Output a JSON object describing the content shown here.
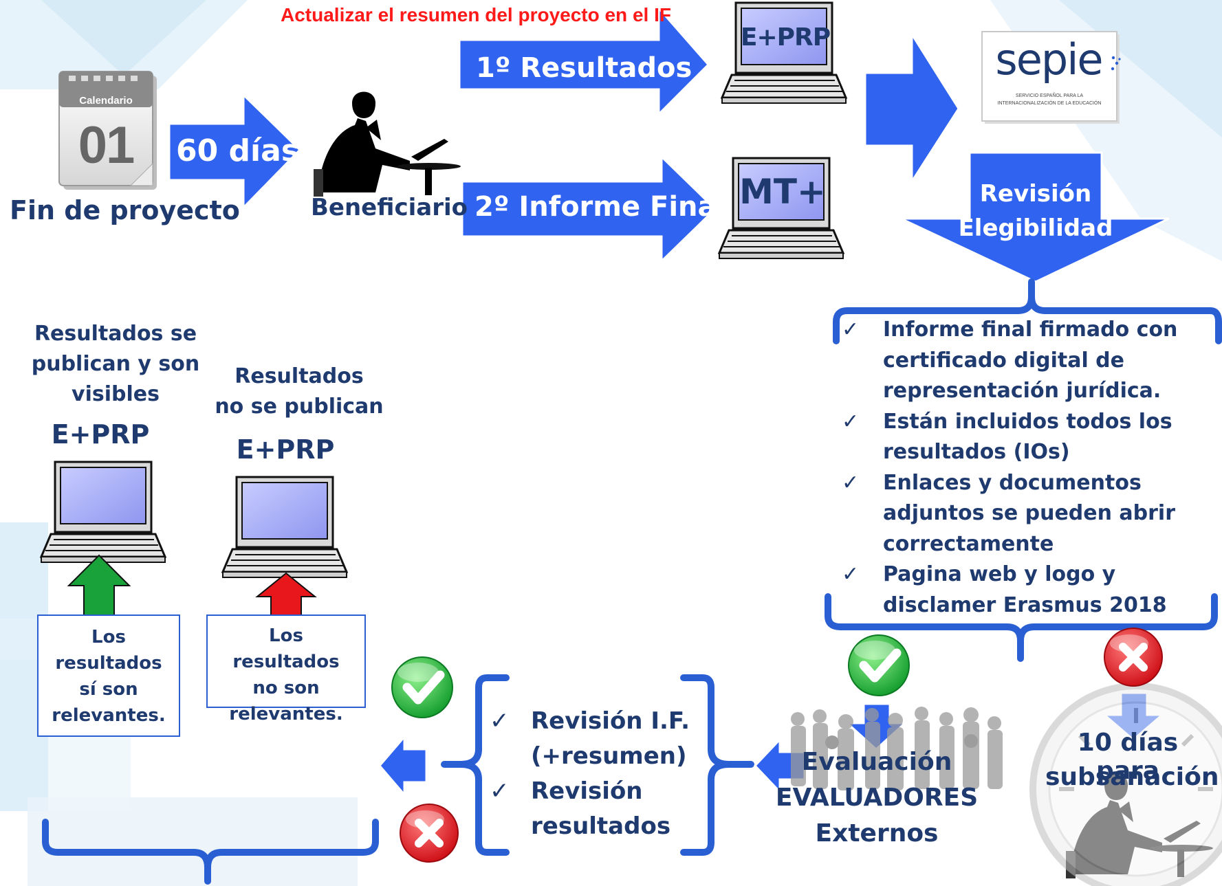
{
  "header": {
    "update_note": "Actualizar el resumen del proyecto en el IF"
  },
  "calendar": {
    "label": "Calendario",
    "day": "01",
    "caption": "Fin de proyecto"
  },
  "arrows": {
    "days60": "60 días",
    "results": "1º Resultados",
    "final_report": "2º Informe Final"
  },
  "beneficiary": {
    "label": "Beneficiario"
  },
  "laptops": {
    "eprp": "E+PRP",
    "mtplus": "MT+"
  },
  "sepie": {
    "logo": "sepie",
    "subtitle_line1": "SERVICIO ESPAÑOL PARA LA",
    "subtitle_line2": "INTERNACIONALIZACIÓN DE LA EDUCACIÓN"
  },
  "eligibility": {
    "arrow_line1": "Revisión",
    "arrow_line2": "Elegibilidad",
    "items": [
      "Informe final firmado con certificado digital de representación jurídica.",
      "Están incluidos todos los resultados (IOs)",
      "Enlaces y documentos adjuntos se pueden abrir correctamente",
      "Pagina web y logo y disclamer Erasmus 2018"
    ]
  },
  "evaluation": {
    "line1": "Evaluación",
    "line2": "EVALUADORES",
    "line3": "Externos"
  },
  "correction": {
    "line1": "10 días para",
    "line2": "subsanación"
  },
  "review": {
    "items": [
      "Revisión I.F. (+resumen)",
      "Revisión resultados"
    ]
  },
  "published": {
    "heading_line1": "Resultados se",
    "heading_line2": "publican y son",
    "heading_line3": "visibles",
    "platform": "E+PRP",
    "box": "Los resultados sí son relevantes."
  },
  "not_published": {
    "heading_line1": "Resultados",
    "heading_line2": "no se publican",
    "platform": "E+PRP",
    "box": "Los resultados no son relevantes."
  },
  "colors": {
    "arrow_blue": "#2f63f0",
    "brace_blue": "#2a5fd4",
    "text_navy": "#1f3a6e",
    "note_red": "#ff1a1a",
    "green": "#1aa23a",
    "red": "#e8171c"
  },
  "icons": [
    "calendar-icon",
    "thinking-person-icon",
    "laptop-icon",
    "check-icon",
    "cross-icon",
    "silhouette-crowd-icon",
    "clock-icon"
  ]
}
